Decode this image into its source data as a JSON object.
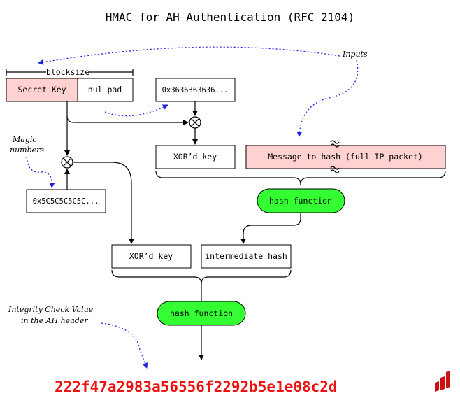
{
  "title": "HMAC for AH Authentication (RFC 2104)",
  "labels": {
    "blocksize": "blocksize",
    "secret_key": "Secret Key",
    "nul_pad": "nul pad",
    "ipad_const": "0x3636363636...",
    "opad_const": "0x5C5C5C5C5C...",
    "xored_key_inner": "XOR’d key",
    "message": "Message to hash (full IP packet)",
    "hash_function_inner": "hash function",
    "xored_key_outer": "XOR’d key",
    "intermediate_hash": "intermediate hash",
    "hash_function_outer": "hash function"
  },
  "annotations": {
    "inputs": "Inputs",
    "magic_line1": "Magic",
    "magic_line2": "numbers",
    "icv_line1": "Integrity Check Value",
    "icv_line2": "in the AH header"
  },
  "result": {
    "icv_value": "222f47a2983a56556f2292b5e1e08c2d"
  },
  "colors": {
    "pink": "#ffd1d1",
    "green": "#33ff33",
    "dashed_arrows": "#2222dd",
    "icv_text": "#ee1111",
    "logo": "#cc1111"
  },
  "icons": {
    "xor_symbol": "circled-times-icon",
    "logo": "bar-logo-icon"
  }
}
